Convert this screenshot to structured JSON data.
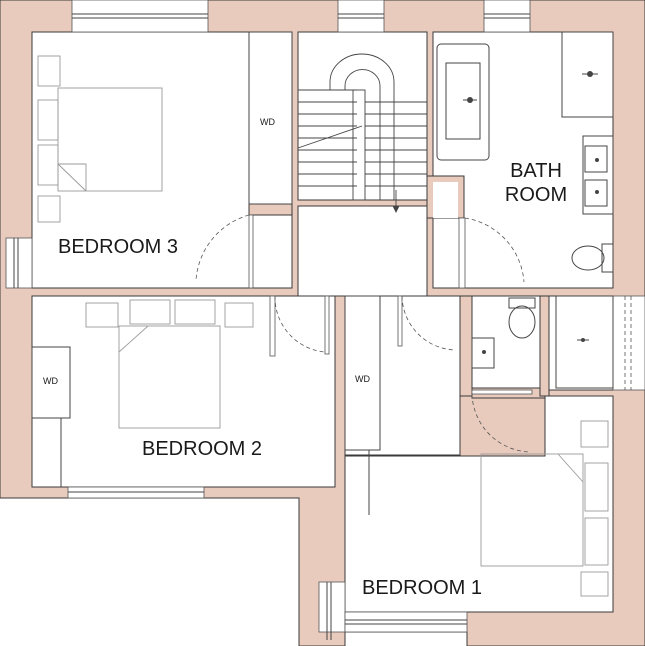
{
  "colors": {
    "wall": "#e8cbbd",
    "line": "#3a3a3a",
    "furniture": "#9a9a9a",
    "background": "#ffffff"
  },
  "rooms": {
    "bedroom3": "BEDROOM 3",
    "bedroom2": "BEDROOM 2",
    "bedroom1": "BEDROOM 1",
    "bathroom_line1": "BATH",
    "bathroom_line2": "ROOM"
  },
  "wardrobes": {
    "bedroom3": "WD",
    "bedroom2": "WD",
    "bedroom1": "WD"
  }
}
